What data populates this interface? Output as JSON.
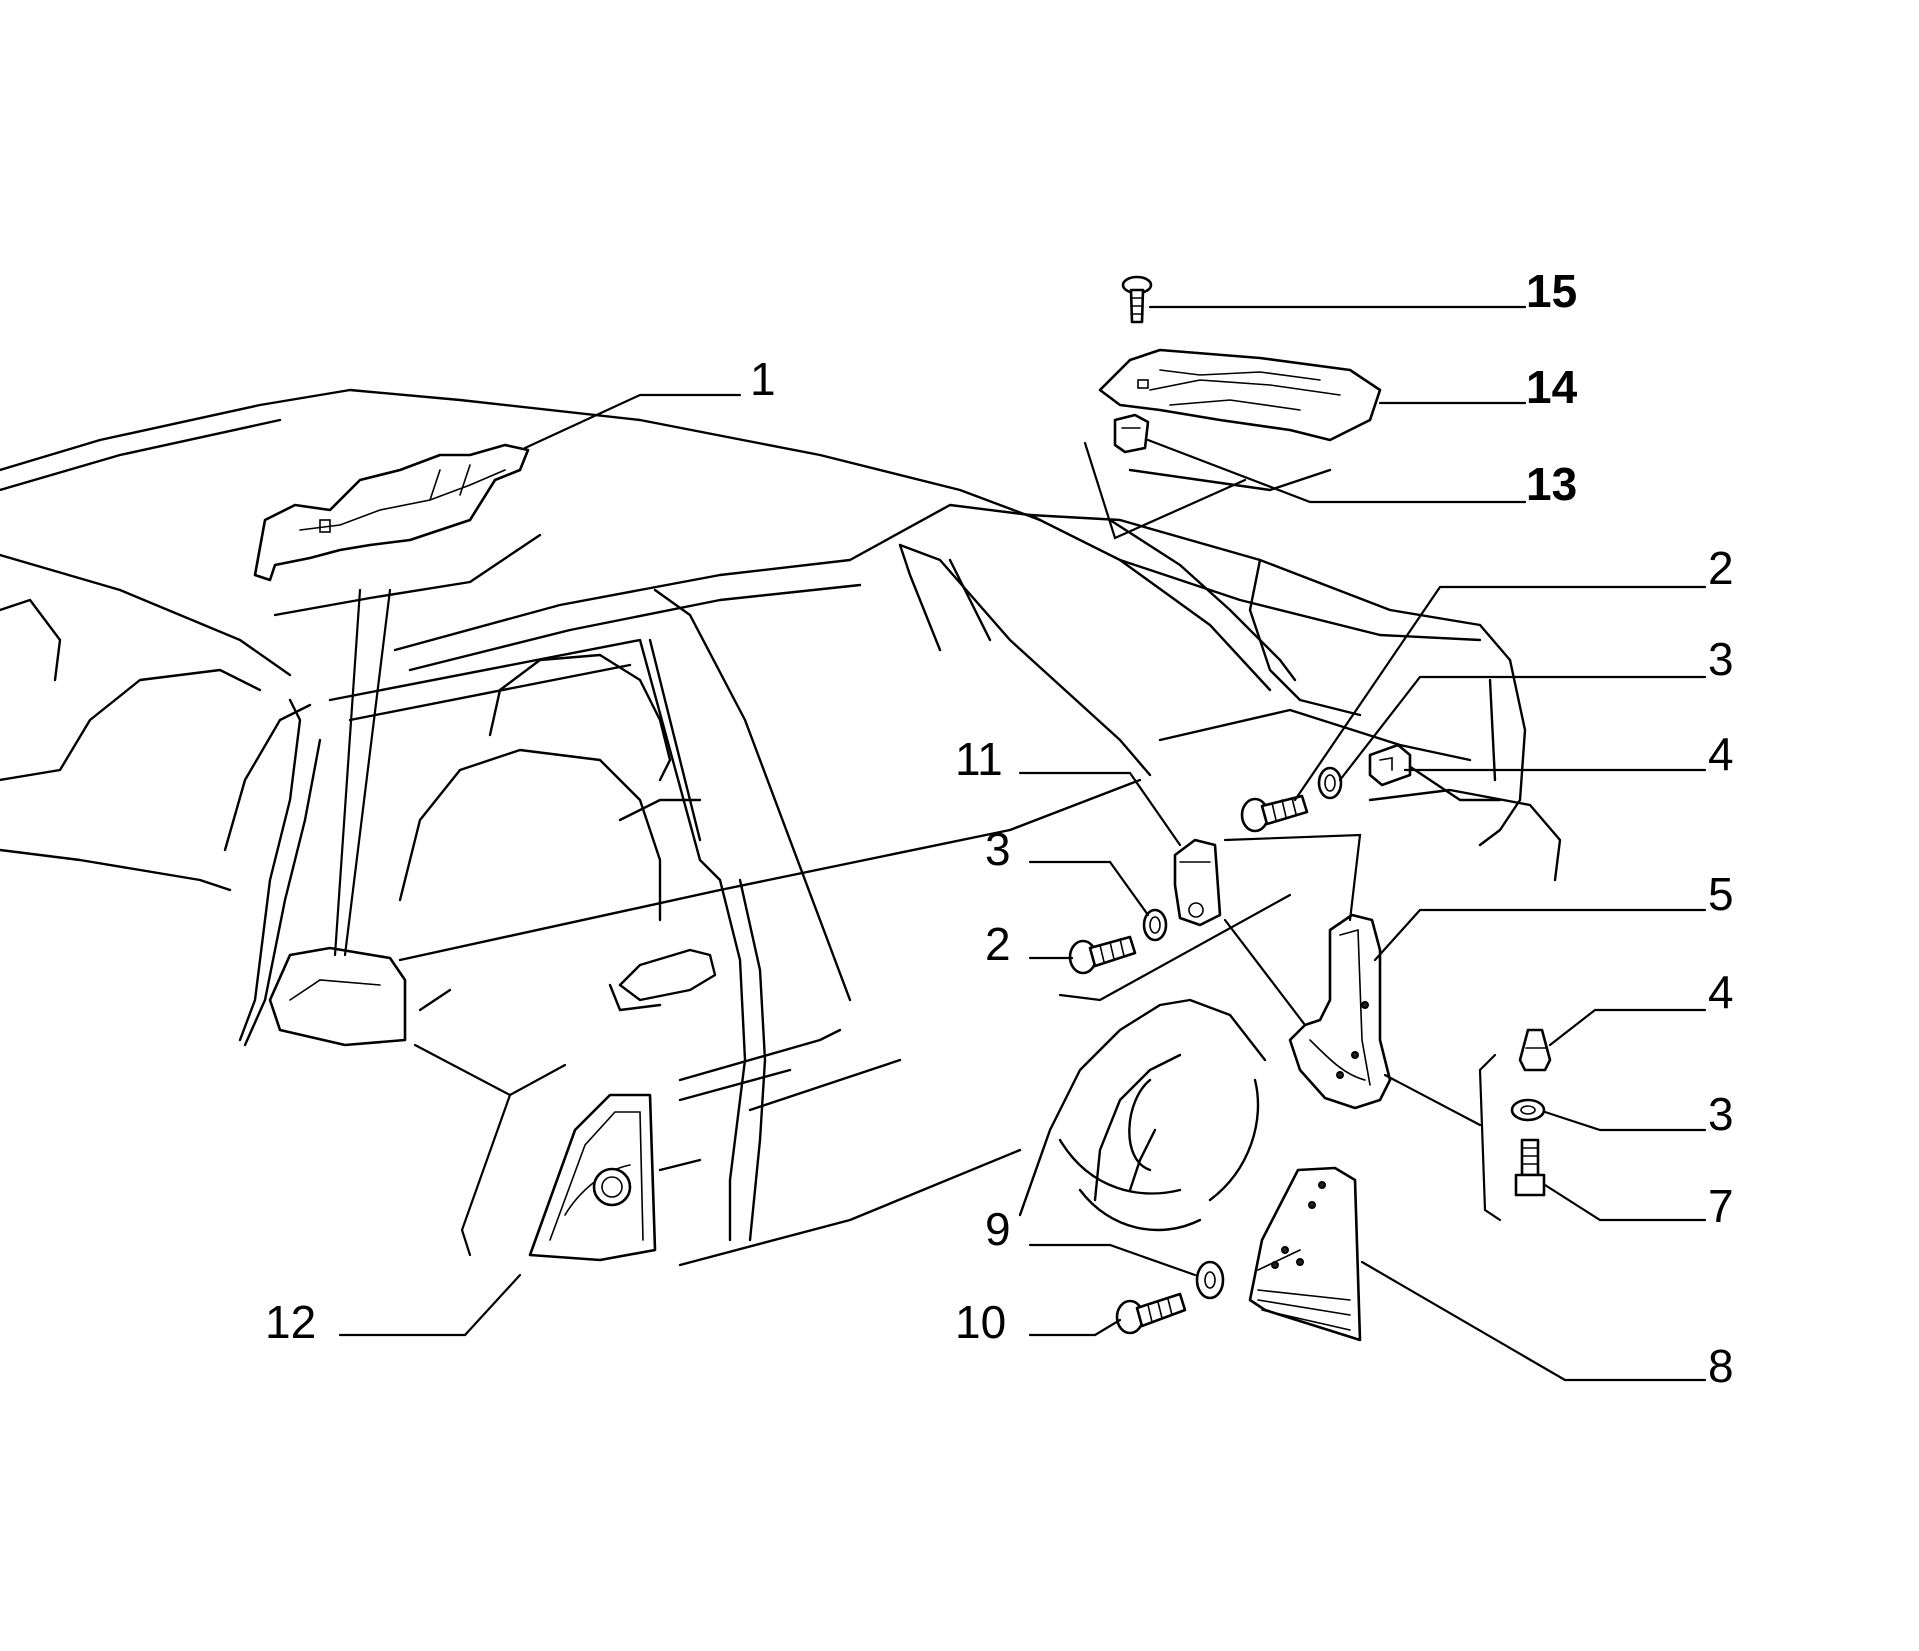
{
  "callouts": [
    {
      "id": "c1",
      "label": "1"
    },
    {
      "id": "c2a",
      "label": "2"
    },
    {
      "id": "c3a",
      "label": "3"
    },
    {
      "id": "c4a",
      "label": "4"
    },
    {
      "id": "c5",
      "label": "5"
    },
    {
      "id": "c11",
      "label": "11"
    },
    {
      "id": "c3b",
      "label": "3"
    },
    {
      "id": "c2b",
      "label": "2"
    },
    {
      "id": "c4b",
      "label": "4"
    },
    {
      "id": "c3c",
      "label": "3"
    },
    {
      "id": "c7",
      "label": "7"
    },
    {
      "id": "c9",
      "label": "9"
    },
    {
      "id": "c10",
      "label": "10"
    },
    {
      "id": "c8",
      "label": "8"
    },
    {
      "id": "c12",
      "label": "12"
    },
    {
      "id": "c13",
      "label": "13"
    },
    {
      "id": "c14",
      "label": "14"
    },
    {
      "id": "c15",
      "label": "15"
    }
  ],
  "colors": {
    "line": "#000000",
    "background": "#ffffff"
  }
}
